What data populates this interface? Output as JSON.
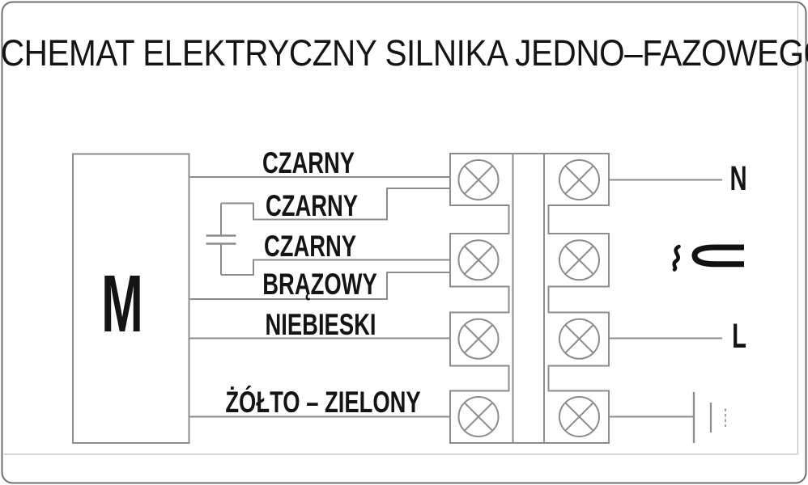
{
  "title": "SCHEMAT ELEKTRYCZNY SILNIKA JEDNO–FAZOWEGO",
  "motor": {
    "label": "M"
  },
  "wires": [
    {
      "label": "CZARNY"
    },
    {
      "label": "CZARNY"
    },
    {
      "label": "CZARNY"
    },
    {
      "label": "BRĄZOWY"
    },
    {
      "label": "NIEBIESKI"
    },
    {
      "label": "ŻÓŁTO – ZIELONY"
    }
  ],
  "supply": {
    "neutral_label": "N",
    "line_label": "L"
  },
  "terminal_block": {
    "rows": 4,
    "columns": 2,
    "screw_count": 8
  },
  "icons": {
    "terminal_screw": "circle-x-terminal",
    "capacitor": "capacitor-symbol",
    "ac_plug": "ac-plug-symbol",
    "earth": "earth-ground-symbol"
  },
  "colors": {
    "background": "#ffffff",
    "line_gray": "#8c8c8c",
    "text_black": "#141414",
    "card_border": "#6f6f6f",
    "image_edge": "#bdbdbd"
  }
}
